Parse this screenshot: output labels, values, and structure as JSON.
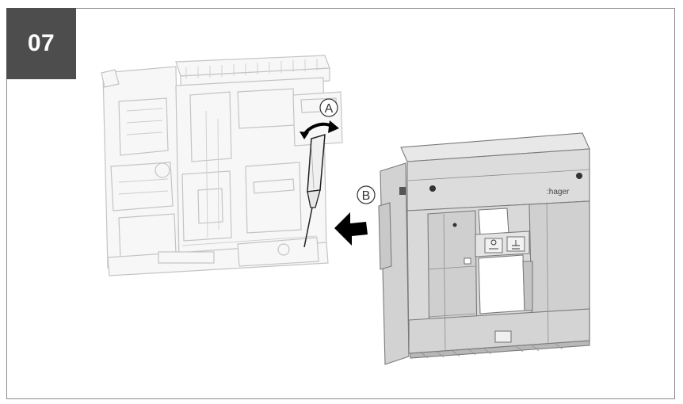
{
  "step": {
    "number": "07"
  },
  "callouts": {
    "a": "A",
    "b": "B"
  },
  "brand": {
    "logo_text": ":hager"
  },
  "colors": {
    "step_box": "#4d4d4d",
    "frame": "#8a8a8a",
    "housing": "#d9d9d9",
    "arrow": "#000000",
    "breaker_line": "#c8c8c8"
  }
}
